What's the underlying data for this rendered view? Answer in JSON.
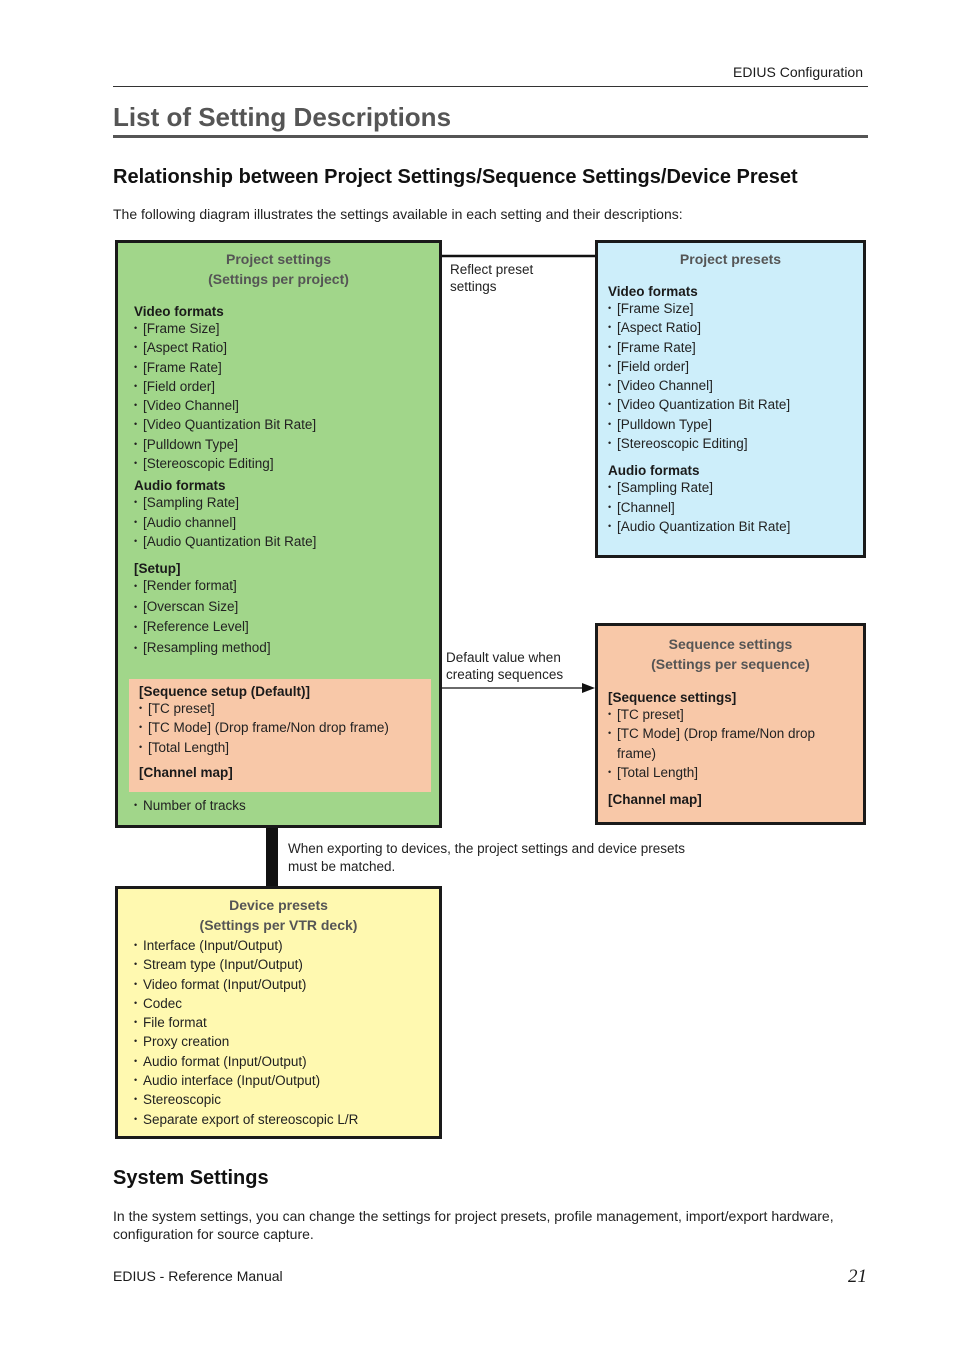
{
  "header": {
    "running_title": "EDIUS Configuration"
  },
  "page_title": "List of Setting Descriptions",
  "section1": {
    "heading": "Relationship between Project Settings/Sequence Settings/Device Preset",
    "intro": "The following diagram illustrates the settings available in each setting and their descriptions:"
  },
  "diagram": {
    "project_settings": {
      "title_line1": "Project settings",
      "title_line2": "(Settings per project)",
      "video_heading": "Video formats",
      "video_items": [
        "[Frame Size]",
        "[Aspect Ratio]",
        "[Frame Rate]",
        "[Field order]",
        "[Video Channel]",
        "[Video Quantization Bit Rate]",
        "[Pulldown Type]",
        "[Stereoscopic Editing]"
      ],
      "audio_heading": "Audio formats",
      "audio_items": [
        "[Sampling Rate]",
        "[Audio channel]",
        "[Audio Quantization Bit Rate]"
      ],
      "setup_heading": "[Setup]",
      "setup_items": [
        "[Render format]",
        "[Overscan Size]",
        "[Reference Level]",
        "[Resampling method]"
      ],
      "seq_default_heading": "[Sequence setup (Default)]",
      "seq_default_items": [
        "[TC preset]",
        "[TC Mode] (Drop frame/Non drop frame)",
        "[Total Length]"
      ],
      "channel_map_heading": "[Channel map]",
      "tracks_items": [
        "Number of tracks"
      ]
    },
    "project_presets": {
      "title": "Project presets",
      "video_heading": "Video formats",
      "video_items": [
        "[Frame Size]",
        "[Aspect Ratio]",
        "[Frame Rate]",
        "[Field order]",
        "[Video Channel]",
        "[Video Quantization Bit Rate]",
        "[Pulldown Type]",
        "[Stereoscopic Editing]"
      ],
      "audio_heading": "Audio formats",
      "audio_items": [
        "[Sampling Rate]",
        "[Channel]",
        "[Audio Quantization Bit Rate]"
      ]
    },
    "sequence_settings": {
      "title_line1": "Sequence settings",
      "title_line2": "(Settings per sequence)",
      "seq_heading": "[Sequence settings]",
      "seq_items": [
        "[TC preset]",
        "[TC Mode] (Drop frame/Non drop frame)",
        "[Total Length]"
      ],
      "channel_map_heading": "[Channel map]"
    },
    "device_presets": {
      "title_line1": "Device presets",
      "title_line2": "(Settings per VTR deck)",
      "items": [
        "Interface (Input/Output)",
        "Stream type (Input/Output)",
        "Video format (Input/Output)",
        "Codec",
        "File format",
        "Proxy creation",
        "Audio format (Input/Output)",
        "Audio interface (Input/Output)",
        "Stereoscopic",
        "Separate export of stereoscopic L/R"
      ]
    },
    "annotations": {
      "reflect_line1": "Reflect preset",
      "reflect_line2": "settings",
      "default_line1": "Default value when",
      "default_line2": "creating sequences",
      "export_line1": "When exporting to devices, the project settings and device presets",
      "export_line2": "must be matched."
    },
    "colors": {
      "project_settings_fill": "#a1d68a",
      "project_presets_fill": "#cdeefa",
      "sequence_fill": "#f8c8a8",
      "device_fill": "#fff9b0"
    }
  },
  "section2": {
    "heading": "System Settings",
    "body": "In the system settings, you can change the settings for project presets, profile management, import/export hardware, configuration for source capture."
  },
  "footer": {
    "manual_name": "EDIUS - Reference Manual",
    "page_number": "21"
  }
}
